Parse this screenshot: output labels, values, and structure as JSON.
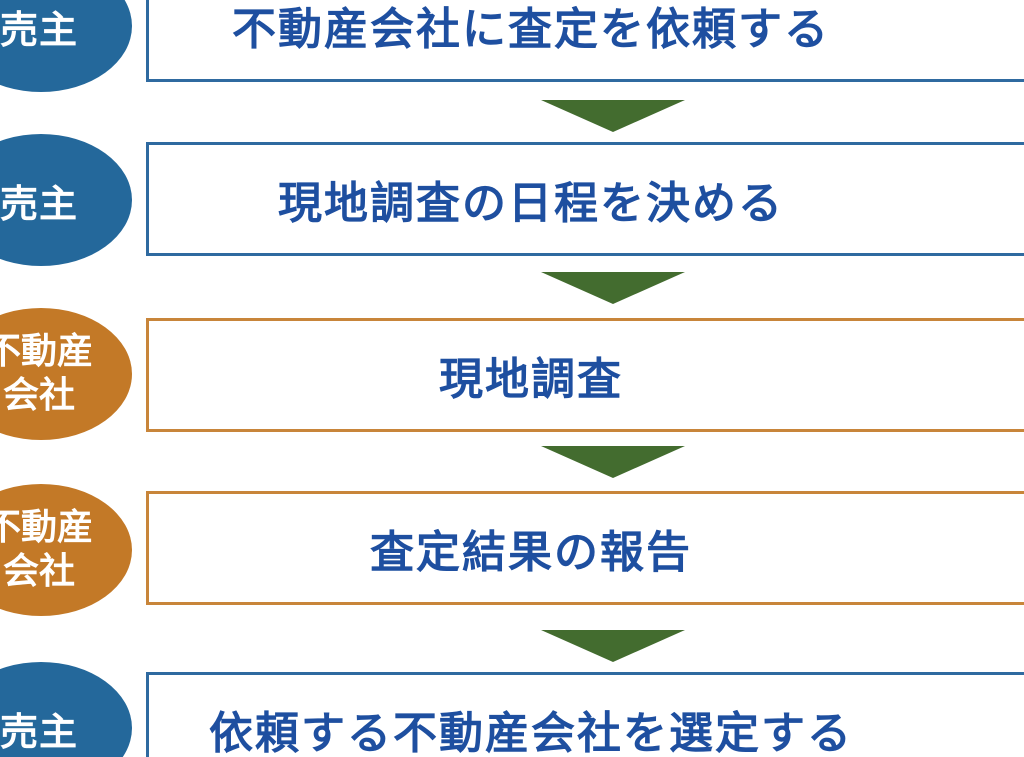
{
  "colors": {
    "seller_fill": "#24689b",
    "company_fill": "#c37927",
    "blue_border": "#2f6aa0",
    "orange_border": "#c8853a",
    "step_text": "#1e4fa0",
    "arrow": "#436c2f"
  },
  "steps": [
    {
      "actor": "売主",
      "actor_lines": [
        "売主"
      ],
      "actor_type": "seller",
      "label": "不動産会社に査定を依頼する"
    },
    {
      "actor": "売主",
      "actor_lines": [
        "売主"
      ],
      "actor_type": "seller",
      "label": "現地調査の日程を決める"
    },
    {
      "actor": "不動産会社",
      "actor_lines": [
        "不動産",
        "会社"
      ],
      "actor_type": "company",
      "label": "現地調査"
    },
    {
      "actor": "不動産会社",
      "actor_lines": [
        "不動産",
        "会社"
      ],
      "actor_type": "company",
      "label": "査定結果の報告"
    },
    {
      "actor": "売主",
      "actor_lines": [
        "売主"
      ],
      "actor_type": "seller",
      "label": "依頼する不動産会社を選定する"
    }
  ]
}
